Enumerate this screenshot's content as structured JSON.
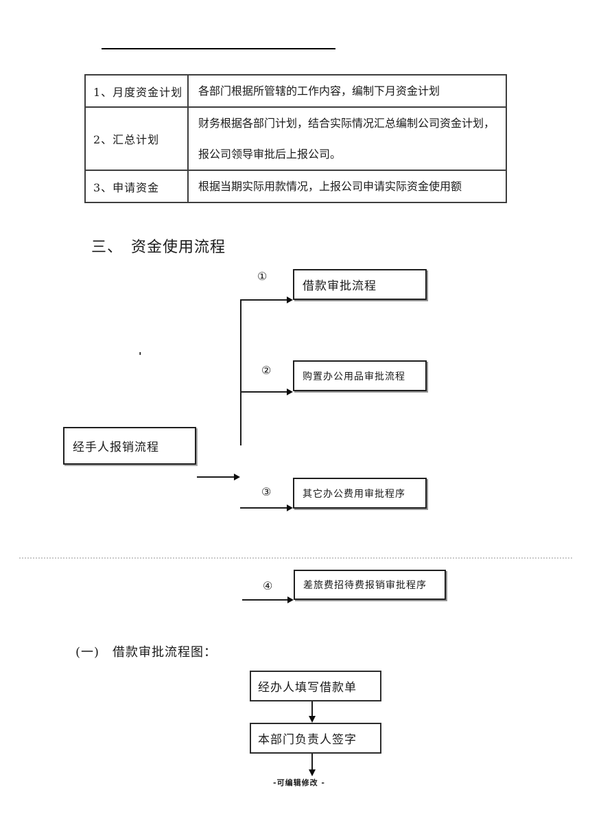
{
  "table": {
    "rows": [
      {
        "label": "1、月度资金计划",
        "desc": "各部门根据所管辖的工作内容，编制下月资金计划"
      },
      {
        "label": "2、汇总计划",
        "desc": "财务根据各部门计划，结合实际情况汇总编制公司资金计划，报公司领导审批后上报公司。"
      },
      {
        "label": "3、申请资金",
        "desc": "根据当期实际用款情况，上报公司申请实际资金使用额"
      }
    ]
  },
  "section_fund_usage": {
    "title": "三、　资金使用流程"
  },
  "flow": {
    "source_box": "经手人报销流程",
    "items": [
      {
        "num": "①",
        "label": "借款审批流程"
      },
      {
        "num": "②",
        "label": "购置办公用品审批流程"
      },
      {
        "num": "③",
        "label": "其它办公费用审批程序"
      },
      {
        "num": "④",
        "label": "差旅费招待费报销审批程序"
      }
    ]
  },
  "section_loan_chart": {
    "title": "(一)　借款审批流程图："
  },
  "loan_flow": {
    "steps": [
      {
        "label": "经办人填写借款单"
      },
      {
        "label": "本部门负责人签字"
      }
    ]
  },
  "footer": {
    "note": "-可编辑修改 -"
  },
  "stray": {
    "mark": "'"
  },
  "colors": {
    "ink": "#1a1a1a",
    "table_border": "#3d3d3d",
    "box_shadow": "#969696",
    "dotted_rule": "#c9c9c9"
  }
}
